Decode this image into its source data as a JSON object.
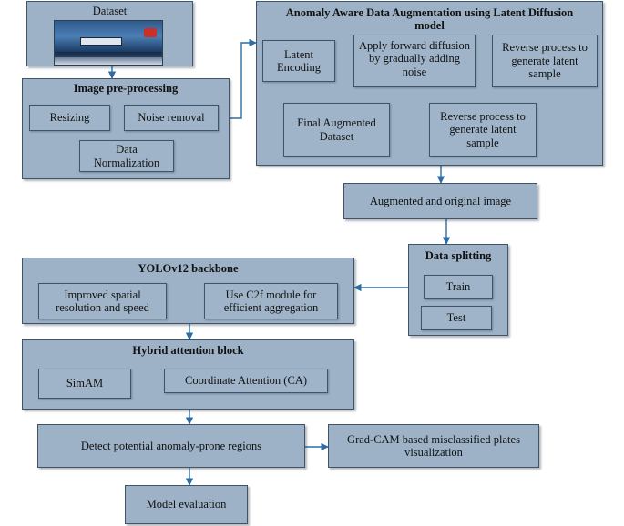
{
  "dataset": {
    "title": "Dataset",
    "image_icon": "license-plate-car-photo"
  },
  "preprocessing": {
    "title": "Image pre-processing",
    "resizing": "Resizing",
    "noise_removal": "Noise removal",
    "data_normalization": "Data Normalization"
  },
  "augmentation": {
    "title": "Anomaly Aware Data Augmentation using Latent Diffusion model",
    "latent_encoding": "Latent Encoding",
    "forward_diffusion": "Apply forward diffusion by gradually adding noise",
    "reverse_top": "Reverse process to generate latent sample",
    "reverse_bottom": "Reverse process to generate latent sample",
    "final_dataset": "Final Augmented Dataset"
  },
  "augmented_original": "Augmented and original image",
  "splitting": {
    "title": "Data splitting",
    "train": "Train",
    "test": "Test"
  },
  "backbone": {
    "title": "YOLOv12 backbone",
    "spatial": "Improved spatial resolution and speed",
    "c2f": "Use C2f module for efficient aggregation"
  },
  "attention": {
    "title": "Hybrid attention block",
    "simam": "SimAM",
    "coordinate": "Coordinate Attention (CA)"
  },
  "detect": "Detect potential anomaly-prone regions",
  "gradcam": "Grad-CAM based misclassified plates visualization",
  "evaluation": "Model evaluation",
  "colors": {
    "box": "#9db2c6",
    "border": "#3f5468",
    "arrow": "#2e6da4"
  }
}
